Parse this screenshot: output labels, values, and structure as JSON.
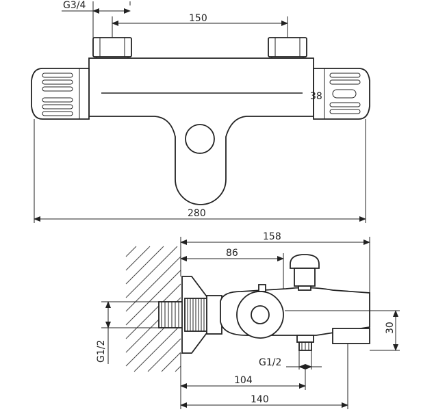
{
  "labels": {
    "top_inlet_thread": "G3/4",
    "top_inlet_spacing": "150",
    "top_overall_width": "280",
    "temp_marking": "38",
    "side_depth_total": "158",
    "side_depth_to_diverter": "86",
    "side_outlet_height": "30",
    "side_inlet_thread": "G1/2",
    "side_outlet_thread": "G1/2",
    "side_depth_to_outlet": "104",
    "side_depth_spout": "140"
  }
}
